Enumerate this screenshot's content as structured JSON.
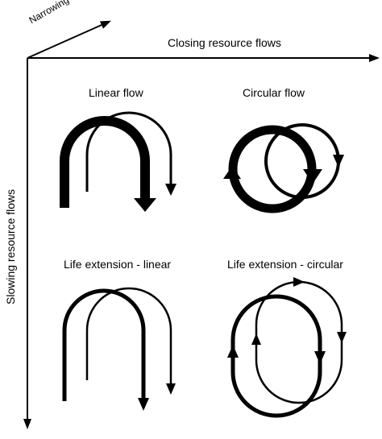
{
  "axes": {
    "narrowing": "Narrowing flows",
    "closing": "Closing resource flows",
    "slowing": "Slowing resource flows"
  },
  "panels": {
    "linear": "Linear flow",
    "circular": "Circular flow",
    "life_linear": "Life extension - linear",
    "life_circular": "Life extension - circular"
  },
  "colors": {
    "ink": "#000000",
    "background": "#ffffff"
  }
}
